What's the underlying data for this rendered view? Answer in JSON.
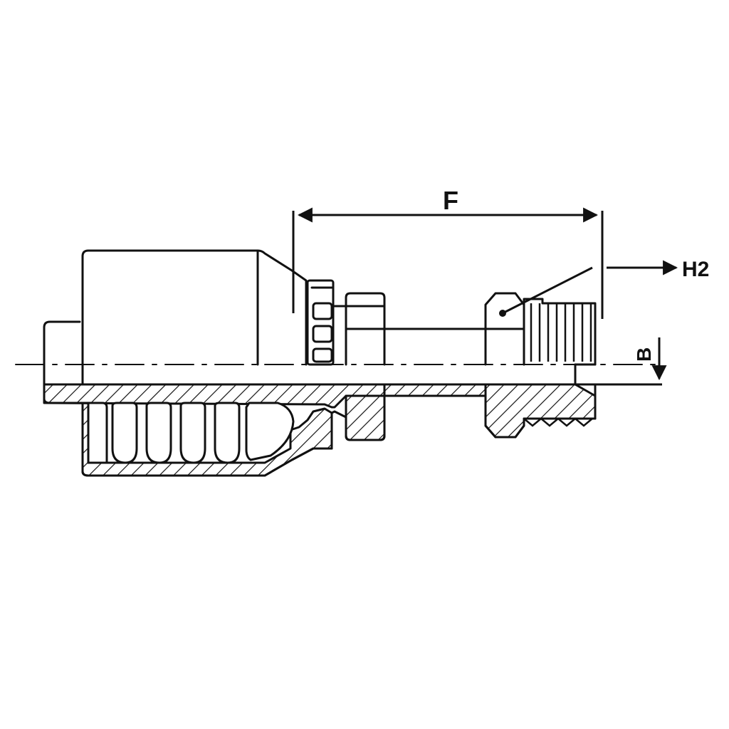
{
  "labels": {
    "dimension_f": "F",
    "dimension_h2": "H2",
    "dimension_b": "B"
  },
  "colors": {
    "line": "#111111",
    "background": "#ffffff"
  }
}
